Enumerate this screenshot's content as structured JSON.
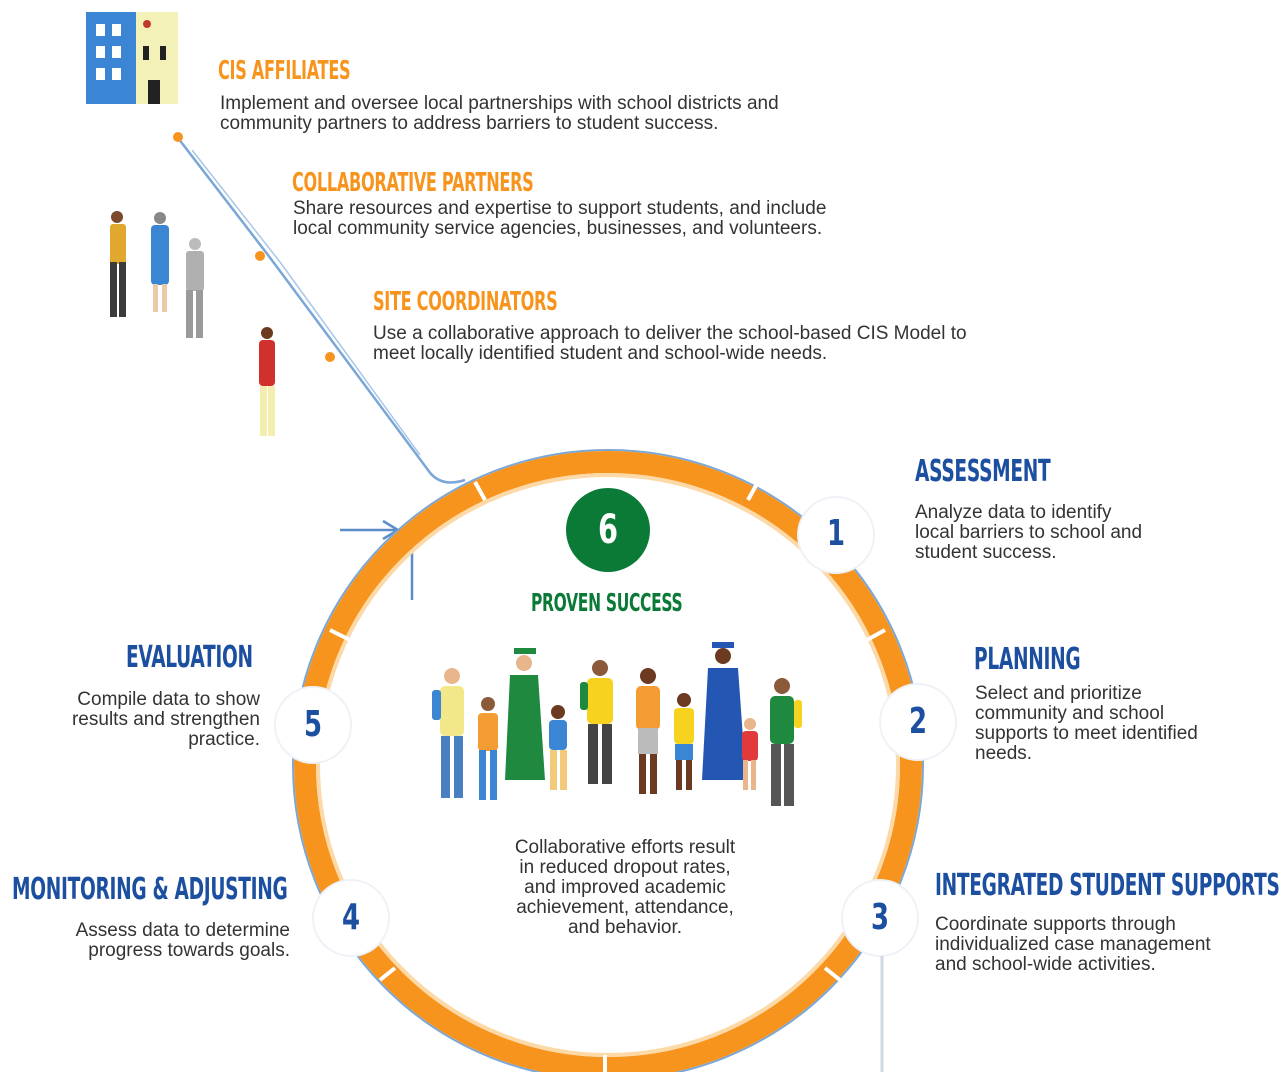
{
  "roles": [
    {
      "title": "CIS AFFILIATES",
      "desc": "Implement and oversee local partnerships with school districts and\ncommunity partners to address barriers to student success."
    },
    {
      "title": "COLLABORATIVE PARTNERS",
      "desc": "Share resources and expertise to support students, and include\nlocal community service agencies, businesses, and volunteers."
    },
    {
      "title": "SITE COORDINATORS",
      "desc": "Use a collaborative approach to deliver the school-based CIS Model to\nmeet locally identified student and school-wide needs."
    }
  ],
  "steps": [
    {
      "number": "1",
      "title": "ASSESSMENT",
      "desc": "Analyze data to identify\nlocal barriers to school and\nstudent success."
    },
    {
      "number": "2",
      "title": "PLANNING",
      "desc": "Select and prioritize\ncommunity and school\nsupports to meet identified\nneeds."
    },
    {
      "number": "3",
      "title": "INTEGRATED STUDENT SUPPORTS",
      "desc": "Coordinate supports through\nindividualized case management\nand school-wide activities."
    },
    {
      "number": "4",
      "title": "MONITORING & ADJUSTING",
      "desc": "Assess data to determine\nprogress towards goals."
    },
    {
      "number": "5",
      "title": "EVALUATION",
      "desc": "Compile data to show\nresults and strengthen\npractice."
    }
  ],
  "center": {
    "number": "6",
    "title": "PROVEN SUCCESS",
    "desc": "Collaborative efforts result\nin reduced dropout rates,\nand improved academic\nachievement, attendance,\nand behavior."
  },
  "colors": {
    "orange": "#f7941d",
    "blue": "#1d4fa1",
    "green": "#0a7a36",
    "line": "#5b8ec9"
  },
  "icons": [
    "school-building-icon",
    "partners-group-icon",
    "site-coordinator-icon",
    "students-group-icon"
  ]
}
